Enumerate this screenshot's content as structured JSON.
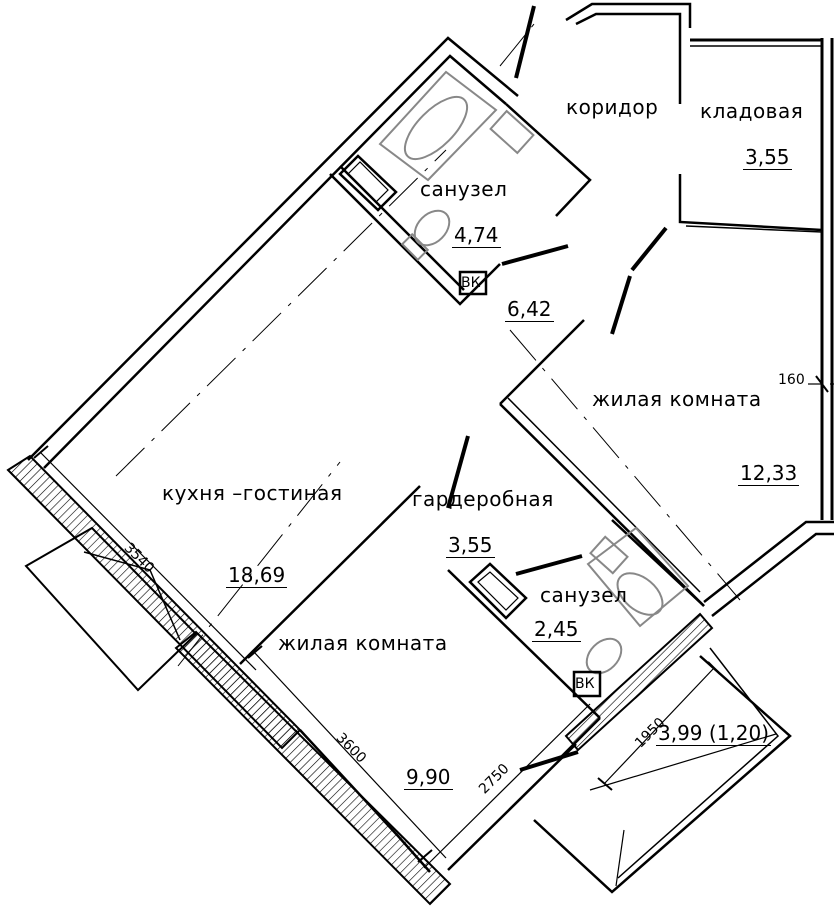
{
  "rooms": {
    "corridor": {
      "name": "коридор",
      "area": "6,42"
    },
    "storage": {
      "name": "кладовая",
      "area": "3,55"
    },
    "bathroom_top": {
      "name": "санузел",
      "area": "4,74"
    },
    "living_room_right": {
      "name": "жилая комната",
      "area": "12,33"
    },
    "kitchen_living": {
      "name": "кухня –гостиная",
      "area": "18,69"
    },
    "wardrobe": {
      "name": "гардеробная",
      "area": "3,55"
    },
    "bathroom_bottom": {
      "name": "санузел",
      "area": "2,45"
    },
    "living_room_bottom": {
      "name": "жилая комната",
      "area": "9,90"
    },
    "balcony": {
      "area": "3,99 (1,20)"
    }
  },
  "dimensions": {
    "d3540": "3540",
    "d3600": "3600",
    "d2750": "2750",
    "d1950": "1950",
    "d160": "160"
  },
  "marks": {
    "vk_top": "ВК",
    "vk_bottom": "ВК"
  }
}
